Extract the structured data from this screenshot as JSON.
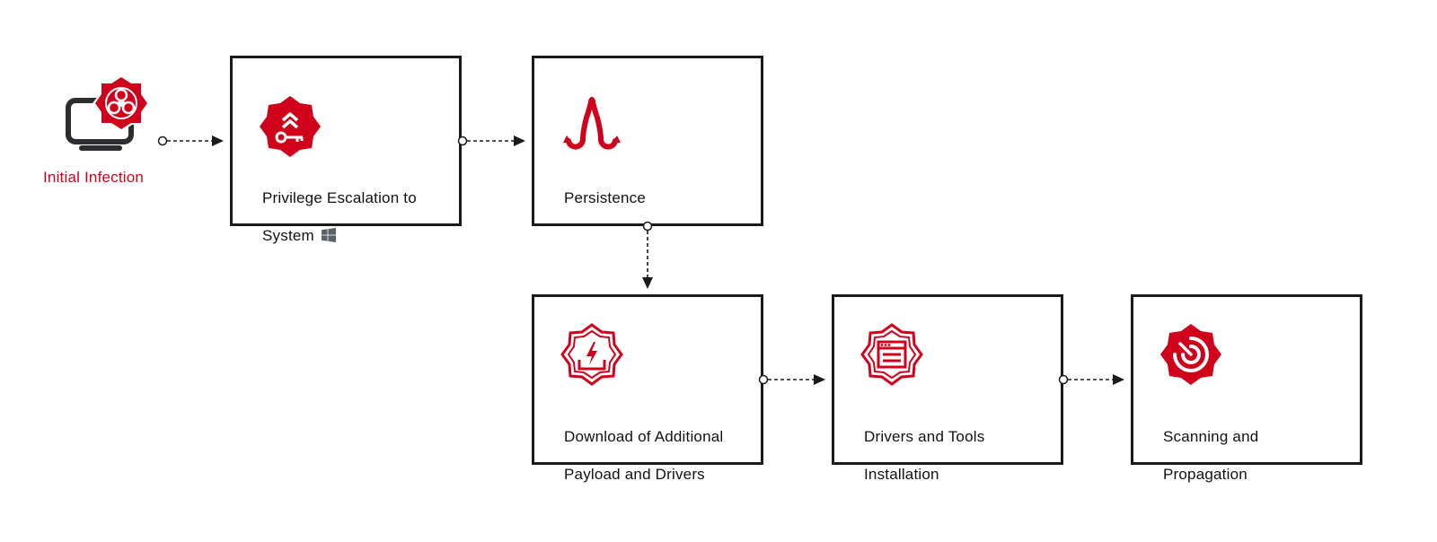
{
  "colors": {
    "accent": "#d0021b",
    "border": "#1a1a1a",
    "computer": "#2b2d31",
    "windows_logo": "#5a6169"
  },
  "start": {
    "label": "Initial Infection",
    "icon": "computer-biohazard-icon"
  },
  "nodes": [
    {
      "id": "privilege-escalation",
      "line1": "Privilege Escalation to",
      "line2": "System",
      "icon": "key-escalation-icon",
      "extra_icon": "windows-logo-icon"
    },
    {
      "id": "persistence",
      "line1": "Persistence",
      "line2": "",
      "icon": "fishhook-icon"
    },
    {
      "id": "download",
      "line1": "Download of Additional",
      "line2": "Payload and Drivers",
      "icon": "download-payload-icon"
    },
    {
      "id": "drivers-tools",
      "line1": "Drivers and Tools",
      "line2": "Installation",
      "icon": "installer-window-icon"
    },
    {
      "id": "scanning",
      "line1": "Scanning and",
      "line2": "Propagation",
      "icon": "radar-icon"
    }
  ],
  "edges": [
    {
      "from": "initial-infection",
      "to": "privilege-escalation"
    },
    {
      "from": "privilege-escalation",
      "to": "persistence"
    },
    {
      "from": "persistence",
      "to": "download"
    },
    {
      "from": "download",
      "to": "drivers-tools"
    },
    {
      "from": "drivers-tools",
      "to": "scanning"
    }
  ]
}
